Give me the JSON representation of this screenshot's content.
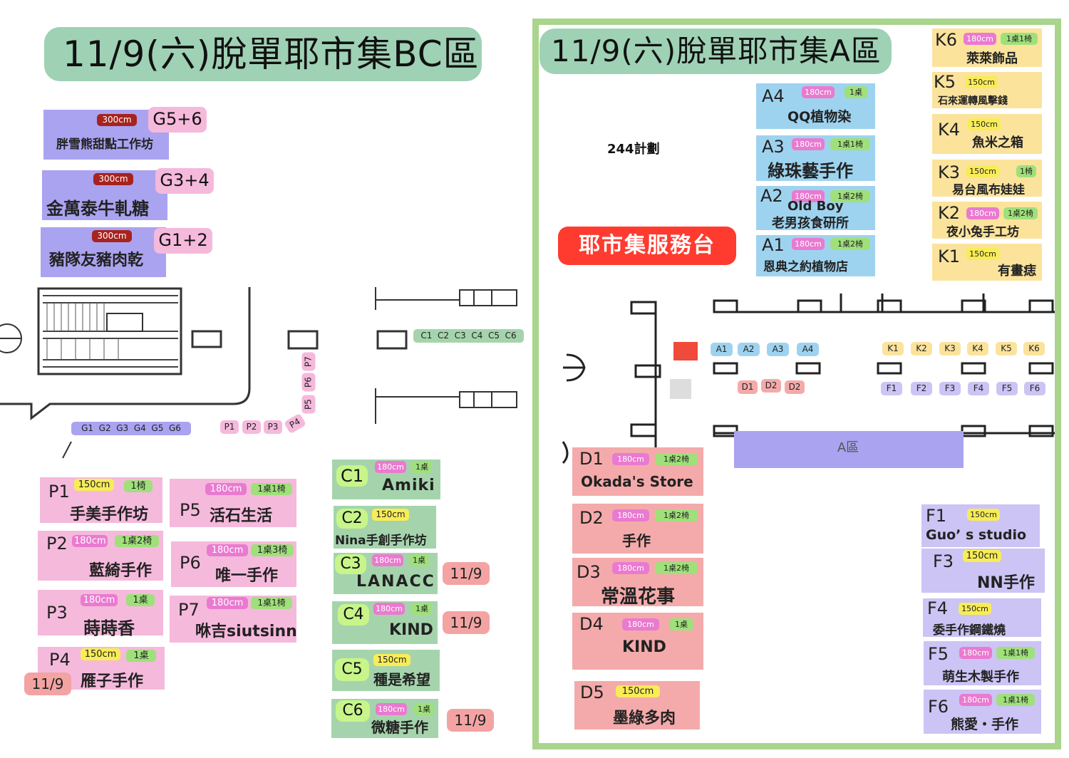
{
  "titles": {
    "bc": "11/9(六)脫單耶市集BC區",
    "a": "11/9(六)脫單耶市集A區"
  },
  "service_desk": "耶市集服務台",
  "plan_label": "244計劃",
  "area_label": "A區",
  "g_booths": [
    {
      "code": "G5+6",
      "size": "300cm",
      "name": "胖雪熊甜點工作坊"
    },
    {
      "code": "G3+4",
      "size": "300cm",
      "name": "金萬泰牛軋糖"
    },
    {
      "code": "G1+2",
      "size": "300cm",
      "name": "豬隊友豬肉乾"
    }
  ],
  "p_booths": [
    {
      "code": "P1",
      "size": "150cm",
      "equip": "1椅",
      "name": "手美手作坊"
    },
    {
      "code": "P2",
      "size": "180cm",
      "equip": "1桌2椅",
      "name": "藍綺手作"
    },
    {
      "code": "P3",
      "size": "180cm",
      "equip": "1桌",
      "name": "蒔蒔香"
    },
    {
      "code": "P4",
      "size": "150cm",
      "equip": "1桌",
      "name": "雁子手作"
    },
    {
      "code": "P5",
      "size": "180cm",
      "equip": "1桌1椅",
      "name": "活石生活"
    },
    {
      "code": "P6",
      "size": "180cm",
      "equip": "1桌3椅",
      "name": "唯一手作"
    },
    {
      "code": "P7",
      "size": "180cm",
      "equip": "1桌1椅",
      "name": "咻吉siutsinn"
    }
  ],
  "c_booths": [
    {
      "code": "C1",
      "size": "180cm",
      "equip": "1桌",
      "name": "Amiki"
    },
    {
      "code": "C2",
      "size": "150cm",
      "equip": "",
      "name": "Nina手創手作坊"
    },
    {
      "code": "C3",
      "size": "180cm",
      "equip": "1桌",
      "name": "LANACC"
    },
    {
      "code": "C4",
      "size": "180cm",
      "equip": "1桌",
      "name": "KIND"
    },
    {
      "code": "C5",
      "size": "150cm",
      "equip": "",
      "name": "種是希望"
    },
    {
      "code": "C6",
      "size": "180cm",
      "equip": "1桌",
      "name": "微糖手作"
    }
  ],
  "date_tag": "11/9",
  "a_booths": [
    {
      "code": "A4",
      "size": "180cm",
      "equip": "1桌",
      "name": "QQ植物染"
    },
    {
      "code": "A3",
      "size": "180cm",
      "equip": "1桌1椅",
      "name": "綠珠藝手作"
    },
    {
      "code": "A2",
      "size": "180cm",
      "equip": "1桌2椅",
      "name": "老男孩食研所",
      "name2": "Old Boy"
    },
    {
      "code": "A1",
      "size": "180cm",
      "equip": "1桌2椅",
      "name": "恩典之約植物店"
    }
  ],
  "k_booths": [
    {
      "code": "K6",
      "size": "180cm",
      "equip": "1桌1椅",
      "name": "萊萊飾品"
    },
    {
      "code": "K5",
      "size": "150cm",
      "equip": "",
      "name": "石來運轉風擊錢"
    },
    {
      "code": "K4",
      "size": "150cm",
      "equip": "",
      "name": "魚米之箱"
    },
    {
      "code": "K3",
      "size": "150cm",
      "equip": "1椅",
      "name": "易台風布娃娃"
    },
    {
      "code": "K2",
      "size": "180cm",
      "equip": "1桌2椅",
      "name": "夜小兔手工坊"
    },
    {
      "code": "K1",
      "size": "150cm",
      "equip": "",
      "name": "有畫痣"
    }
  ],
  "d_booths": [
    {
      "code": "D1",
      "size": "180cm",
      "equip": "1桌2椅",
      "name": "Okada's Store"
    },
    {
      "code": "D2",
      "size": "180cm",
      "equip": "1桌2椅",
      "name": "手作"
    },
    {
      "code": "D3",
      "size": "180cm",
      "equip": "1桌2椅",
      "name": "常溫花事"
    },
    {
      "code": "D4",
      "size": "180cm",
      "equip": "1桌",
      "name": "KIND"
    },
    {
      "code": "D5",
      "size": "150cm",
      "equip": "",
      "name": "墨綠多肉"
    }
  ],
  "f_booths": [
    {
      "code": "F1",
      "size": "150cm",
      "equip": "",
      "name": "Guo’ s studio"
    },
    {
      "code": "F3",
      "size": "150cm",
      "equip": "",
      "name": "NN手作"
    },
    {
      "code": "F4",
      "size": "150cm",
      "equip": "",
      "name": "委手作鋼鐵燒"
    },
    {
      "code": "F5",
      "size": "180cm",
      "equip": "1桌1椅",
      "name": "萌生木製手作"
    },
    {
      "code": "F6",
      "size": "180cm",
      "equip": "1桌1椅",
      "name": "熊愛・手作"
    }
  ],
  "map_labels": {
    "g": [
      "G1",
      "G2",
      "G3",
      "G4",
      "G5",
      "G6"
    ],
    "p": [
      "P1",
      "P2",
      "P3",
      "P4",
      "P5",
      "P6",
      "P7"
    ],
    "c": [
      "C1",
      "C2",
      "C3",
      "C4",
      "C5",
      "C6"
    ],
    "a": [
      "A1",
      "A2",
      "A3",
      "A4"
    ],
    "k": [
      "K1",
      "K2",
      "K3",
      "K4",
      "K5",
      "K6"
    ],
    "d": [
      "D1",
      "D2",
      "D2"
    ],
    "f": [
      "F1",
      "F2",
      "F3",
      "F4",
      "F5",
      "F6"
    ]
  },
  "colors": {
    "g_card": "#aaa3f0",
    "p_card": "#f5b9dc",
    "c_card": "#a5d4ac",
    "a_card": "#9ed3ef",
    "k_card": "#fbe39c",
    "d_card": "#f4aaaa",
    "f_card": "#cbc4f4",
    "frame": "#a9d58c"
  }
}
